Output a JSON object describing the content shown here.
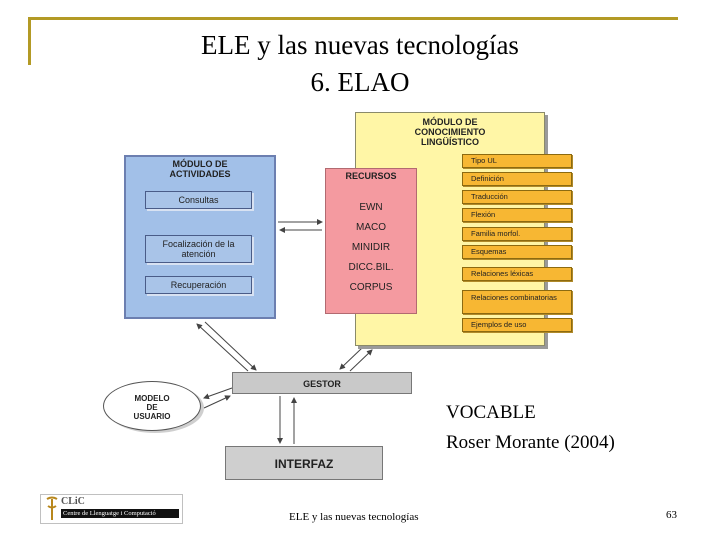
{
  "slide": {
    "title_line1": "ELE y las nuevas tecnologías",
    "title_line2": "6. ELAO"
  },
  "diagram": {
    "knowledge_module": {
      "title": [
        "MÓDULO DE",
        "CONOCIMIENTO",
        "LINGÜÍSTICO"
      ],
      "items": [
        "Tipo UL",
        "Definición",
        "Traducción",
        "Flexión",
        "Familia morfol.",
        "Esquemas",
        "Relaciones léxicas",
        "Relaciones combinatorias",
        "Ejemplos de uso"
      ]
    },
    "activities_module": {
      "title": [
        "MÓDULO DE",
        "ACTIVIDADES"
      ],
      "items": [
        "Consultas",
        "Focalización de la atención",
        "Recuperación"
      ]
    },
    "resources_module": {
      "title": "RECURSOS",
      "items": [
        "EWN",
        "MACO",
        "MINIDIR",
        "DICC.BIL.",
        "CORPUS"
      ]
    },
    "gestor": "GESTOR",
    "interfaz": "INTERFAZ",
    "user_model": [
      "MODELO",
      "DE",
      "USUARIO"
    ]
  },
  "reference": {
    "line1": "VOCABLE",
    "line2": "Roser Morante (2004)"
  },
  "footer": {
    "center_text": "ELE y las nuevas tecnologías",
    "page_number": "63",
    "logo_name": "CLiC",
    "logo_subtitle": "Centre de Llenguatge i Computació"
  },
  "colors": {
    "frame_gold": "#b39a25",
    "knowledge_bg": "#fff6a6",
    "knowledge_item": "#f7b733",
    "activities_bg": "#a2c0e8",
    "resources_bg": "#f49aa0",
    "gestor_bg": "#c9c9c9"
  }
}
